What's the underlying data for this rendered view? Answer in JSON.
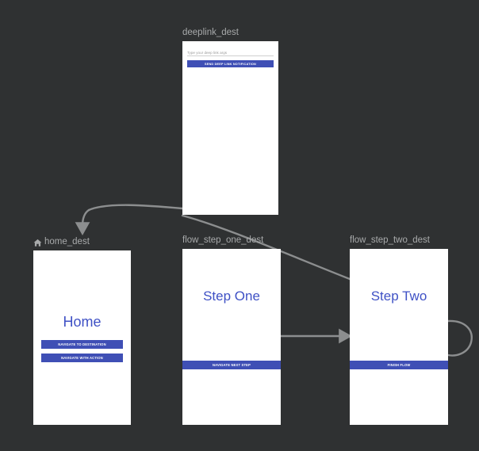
{
  "theme": {
    "canvas_background": "#2f3132",
    "label_color": "#a8aaab",
    "screen_background": "#ffffff",
    "accent_blue": "#3f4fb5",
    "title_blue": "#3f51c5",
    "arrow_color": "#8c8e8f"
  },
  "nodes": [
    {
      "id": "deeplink_dest",
      "label": "deeplink_dest",
      "has_home_icon": false,
      "content": {
        "input_placeholder": "Type your deep link args",
        "button_label": "SEND DEEP LINK NOTIFICATION"
      }
    },
    {
      "id": "home_dest",
      "label": "home_dest",
      "has_home_icon": true,
      "icon": "home-icon",
      "content": {
        "title": "Home",
        "button_one_label": "NAVIGATE TO DESTINATION",
        "button_two_label": "NAVIGATE WITH ACTION"
      }
    },
    {
      "id": "flow_step_one_dest",
      "label": "flow_step_one_dest",
      "has_home_icon": false,
      "content": {
        "title": "Step One",
        "button_label": "NAVIGATE NEXT STEP"
      }
    },
    {
      "id": "flow_step_two_dest",
      "label": "flow_step_two_dest",
      "has_home_icon": false,
      "content": {
        "title": "Step Two",
        "button_label": "FINISH FLOW"
      }
    }
  ],
  "connections": [
    {
      "id": "deeplink-to-home",
      "from": "deeplink_dest",
      "to": "home_dest",
      "style": "curved",
      "has_arrowhead": true
    },
    {
      "id": "deeplink-to-step-two",
      "from": "deeplink_dest",
      "to": "flow_step_two_dest",
      "style": "diagonal",
      "has_arrowhead": false
    },
    {
      "id": "step-one-to-step-two",
      "from": "flow_step_one_dest",
      "to": "flow_step_two_dest",
      "style": "straight",
      "has_arrowhead": true
    },
    {
      "id": "step-two-self-loop",
      "from": "flow_step_two_dest",
      "to": "flow_step_two_dest",
      "style": "self-loop",
      "has_arrowhead": false
    }
  ]
}
